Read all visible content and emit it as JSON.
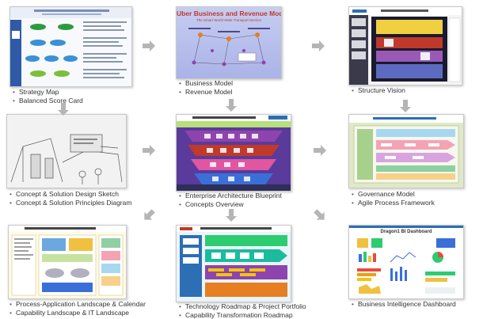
{
  "colors": {
    "arrow": "#b5b5b5",
    "caption": "#333333"
  },
  "panels": [
    {
      "id": "strategy",
      "captions": [
        "Strategy Map",
        "Balanced Score Card"
      ]
    },
    {
      "id": "business",
      "title": "Uber Business and Revenue Model",
      "subtitle": "The Smart World Wide Transport Service",
      "captions": [
        "Business Model",
        "Revenue Model"
      ]
    },
    {
      "id": "structure",
      "captions": [
        "Structure Vision"
      ]
    },
    {
      "id": "concept",
      "captions": [
        "Concept & Solution Design Sketch",
        "Concept & Solution Principles Diagram"
      ]
    },
    {
      "id": "enterprise",
      "captions": [
        "Enterprise Architecture Blueprint",
        "Concepts Overview"
      ]
    },
    {
      "id": "governance",
      "captions": [
        "Governance Model",
        "Agile Process Framework"
      ]
    },
    {
      "id": "landscape",
      "captions": [
        "Process-Application Landscape & Calendar",
        "Capability Landscape & IT Landscape"
      ]
    },
    {
      "id": "roadmap",
      "captions": [
        "Technology Roadmap & Project Portfolio",
        "Capability Transformation Roadmap"
      ]
    },
    {
      "id": "bi",
      "title": "Dragon1 BI Dashboard",
      "captions": [
        "Business Intelligence Dashboard"
      ]
    }
  ]
}
